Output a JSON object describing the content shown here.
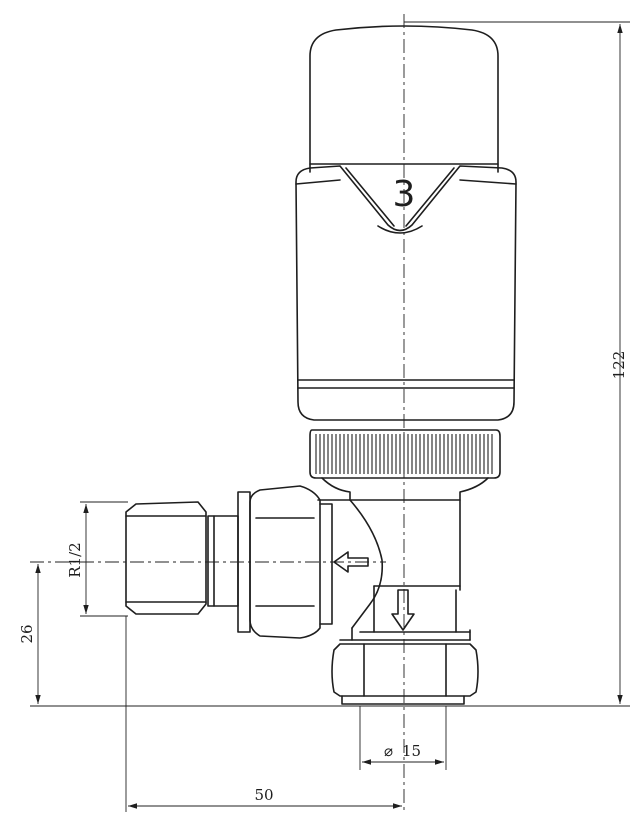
{
  "dial_number": "3",
  "dimensions": {
    "total_height": "122",
    "inlet_height": "26",
    "thread_size": "R1/2",
    "pipe_diameter": "15",
    "width": "50"
  },
  "symbols": {
    "diameter": "⌀"
  }
}
